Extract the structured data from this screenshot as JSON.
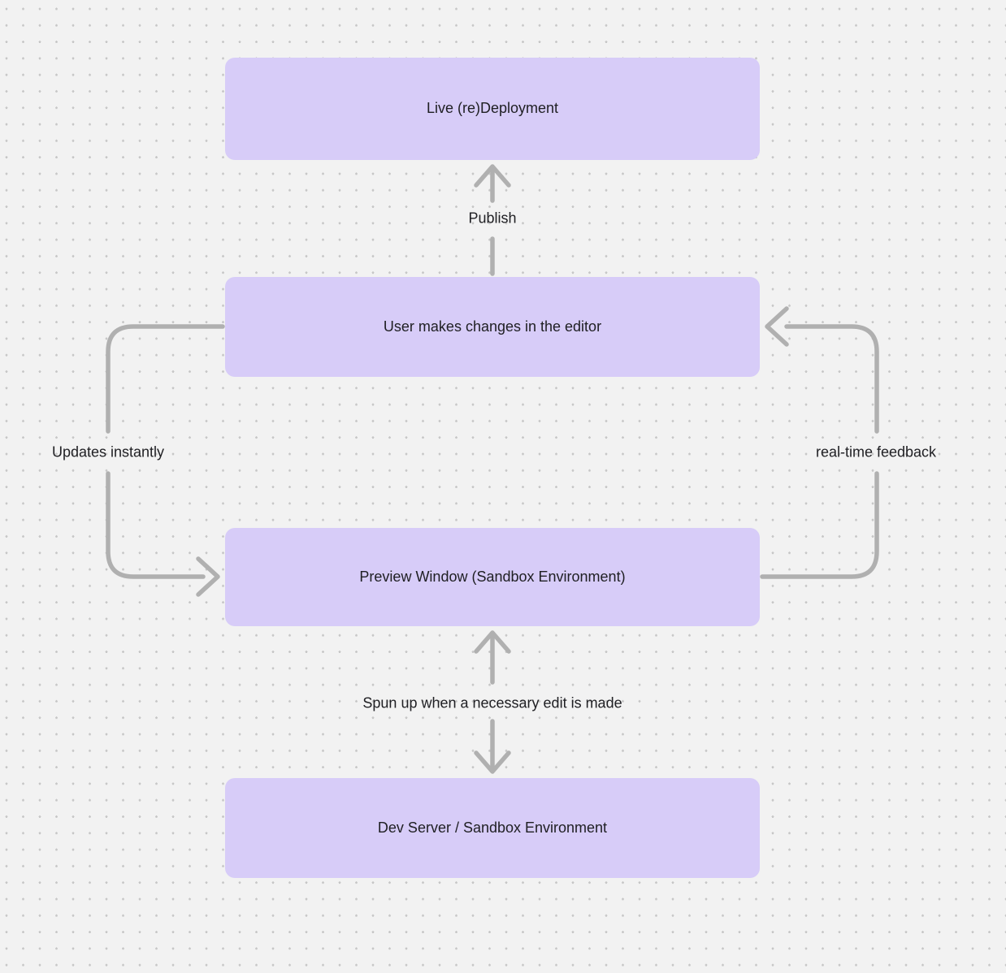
{
  "colors": {
    "bg": "#f2f2f2",
    "dot": "#c7c7c7",
    "node_fill": "#d7ccf8",
    "arrow": "#b0b0b0",
    "ink": "#202024"
  },
  "diagram": {
    "nodes": [
      {
        "id": "live-redeployment",
        "label": "Live (re)Deployment"
      },
      {
        "id": "user-editor",
        "label": "User makes changes in the editor"
      },
      {
        "id": "preview-window",
        "label": "Preview Window (Sandbox Environment)"
      },
      {
        "id": "dev-server",
        "label": "Dev Server / Sandbox Environment"
      }
    ],
    "edges": [
      {
        "id": "publish",
        "from": "user-editor",
        "to": "live-redeployment",
        "label": "Publish",
        "bidirectional": false
      },
      {
        "id": "updates-instantly",
        "from": "user-editor",
        "to": "preview-window",
        "label": "Updates instantly",
        "bidirectional": false
      },
      {
        "id": "realtime-feedback",
        "from": "preview-window",
        "to": "user-editor",
        "label": "real-time feedback",
        "bidirectional": false
      },
      {
        "id": "spun-up",
        "from": "preview-window",
        "to": "dev-server",
        "label": "Spun up when a necessary edit is made",
        "bidirectional": true
      }
    ]
  }
}
